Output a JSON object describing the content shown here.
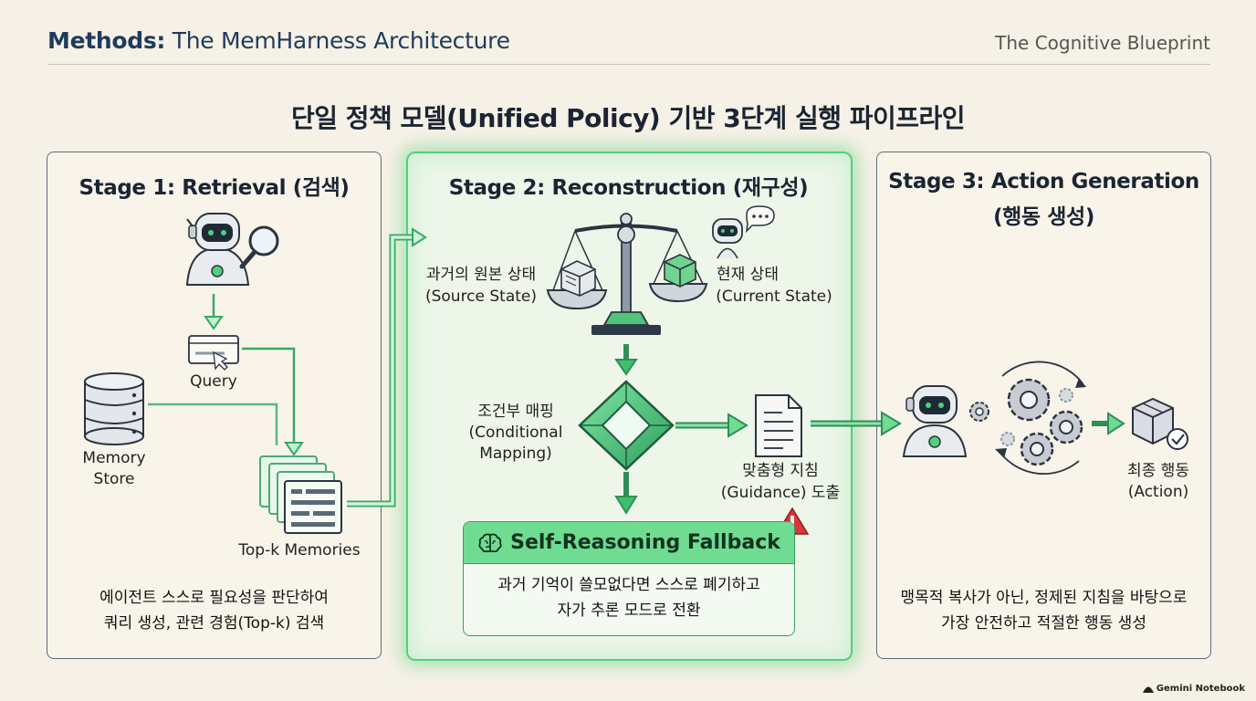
{
  "header": {
    "title_bold": "Methods:",
    "title_rest": " The MemHarness Architecture",
    "subtitle": "The Cognitive Blueprint"
  },
  "main_title": "단일 정책 모델(Unified Policy) 기반 3단계 실행 파이프라인",
  "stage1": {
    "title": "Stage 1: Retrieval (검색)",
    "query_label": "Query",
    "memory_store_line1": "Memory",
    "memory_store_line2": "Store",
    "topk_label": "Top-k Memories",
    "desc_line1": "에이전트 스스로 필요성을 판단하여",
    "desc_line2": "쿼리 생성, 관련 경험(Top-k) 검색"
  },
  "stage2": {
    "title": "Stage 2: Reconstruction (재구성)",
    "source_line1": "과거의 원본 상태",
    "source_line2": "(Source State)",
    "current_line1": "현재 상태",
    "current_line2": "(Current State)",
    "mapping_line1": "조건부 매핑",
    "mapping_line2": "(Conditional",
    "mapping_line3": "Mapping)",
    "guidance_line1": "맞춤형 지침",
    "guidance_line2": "(Guidance) 도출",
    "fallback_title": "Self-Reasoning Fallback",
    "fallback_line1": "과거 기억이 쓸모없다면 스스로 폐기하고",
    "fallback_line2": "자가 추론 모드로 전환"
  },
  "stage3": {
    "title_line1": "Stage 3: Action Generation",
    "title_line2": "(행동 생성)",
    "action_line1": "최종 행동",
    "action_line2": "(Action)",
    "desc_line1": "맹목적 복사가 아닌, 정제된 지침을 바탕으로",
    "desc_line2": "가장 안전하고 적절한 행동 생성"
  },
  "footer_brand": "Gemini Notebook",
  "colors": {
    "accent_green": "#4fd07c",
    "dark_green": "#2f8f57",
    "navy": "#1f3b5c",
    "warning_red": "#d9373b"
  }
}
